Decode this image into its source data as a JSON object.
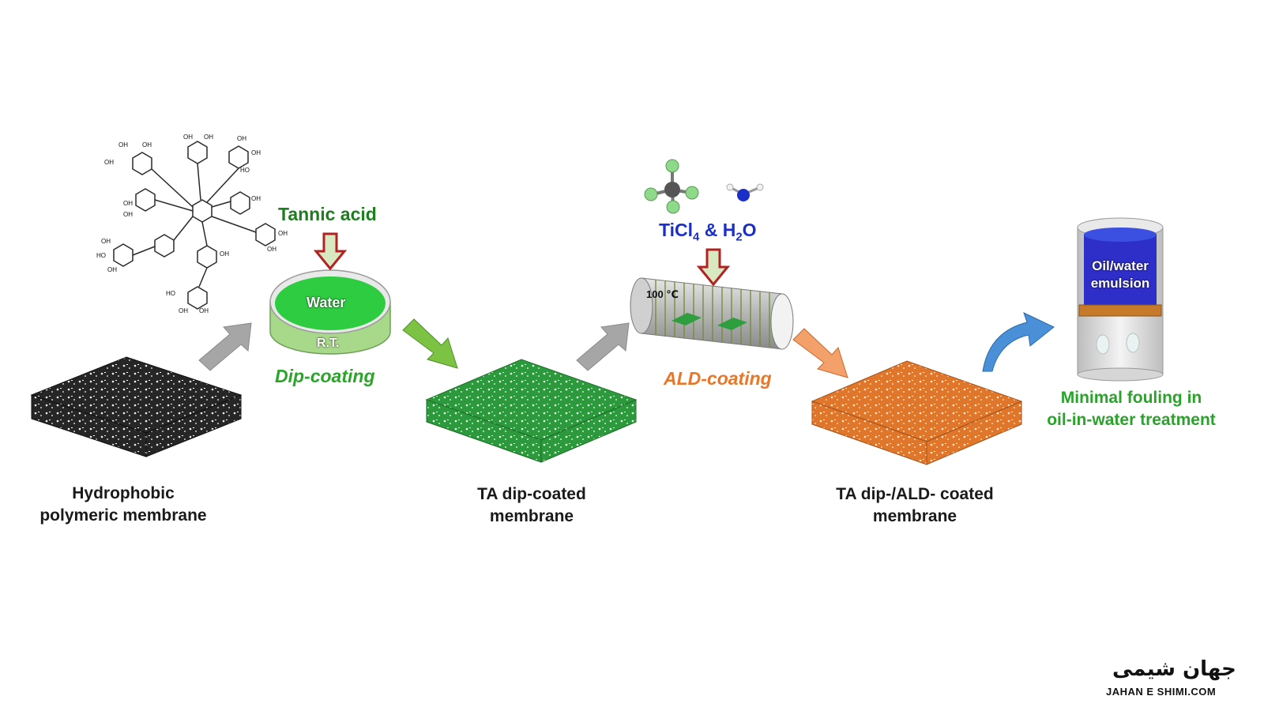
{
  "tannic_acid_label": "Tannic acid",
  "dip_coating_label": "Dip-coating",
  "bath": {
    "liquid_label": "Water",
    "temperature_label": "R.T."
  },
  "precursor": {
    "prefix": "TiCl",
    "sub1": "4",
    "middle": " & H",
    "sub2": "2",
    "suffix": "O"
  },
  "ald_coating_label": "ALD-coating",
  "reactor_temp_label": "100 ℃",
  "membranes": {
    "initial": {
      "line1": "Hydrophobic",
      "line2": "polymeric membrane",
      "color": "#2b2b2b"
    },
    "ta": {
      "line1": "TA dip-coated",
      "line2": "membrane",
      "color": "#2e9e3e"
    },
    "ald": {
      "line1": "TA dip-/ALD- coated",
      "line2": "membrane",
      "color": "#e07a2c"
    }
  },
  "test_cell": {
    "line1": "Oil/water",
    "line2": "emulsion"
  },
  "outcome": {
    "line1": "Minimal fouling in",
    "line2": "oil-in-water treatment"
  },
  "watermark": {
    "fa": "جهان شیمی",
    "en": "JAHAN E SHIMI.COM"
  },
  "colors": {
    "gray_arrow": "#a6a6a6",
    "green_arrow": "#7cc243",
    "orange_arrow": "#f3a06b",
    "red_arrow": "#b22222",
    "blue_arrow": "#4a90d9",
    "water": "#2ecc40",
    "emulsion": "#2e2ec8",
    "band": "#c77a2a"
  },
  "icons": [
    "tannic-acid-structure-icon",
    "ticl4-molecule-icon",
    "water-molecule-icon",
    "ald-reactor-icon",
    "dip-bath-icon",
    "emulsion-cell-icon"
  ]
}
